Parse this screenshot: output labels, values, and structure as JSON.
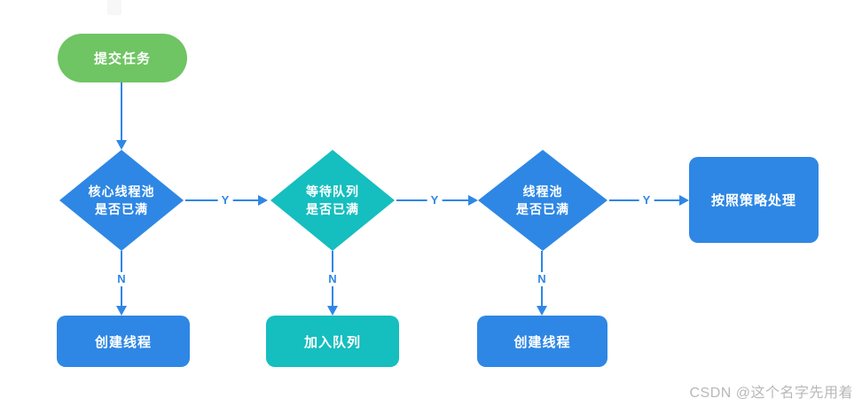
{
  "diagram": {
    "type": "flowchart",
    "topic": "thread-pool task submission flow",
    "nodes": {
      "start": {
        "label": "提交任务",
        "shape": "pill",
        "color": "#6fc463"
      },
      "decision_core": {
        "line1": "核心线程池",
        "line2": "是否已满",
        "shape": "diamond",
        "color": "#2e87e4"
      },
      "decision_queue": {
        "line1": "等待队列",
        "line2": "是否已满",
        "shape": "diamond",
        "color": "#15bebf"
      },
      "decision_pool": {
        "line1": "线程池",
        "line2": "是否已满",
        "shape": "diamond",
        "color": "#2e87e4"
      },
      "create_thread_1": {
        "label": "创建线程",
        "shape": "rect",
        "color": "#2e87e4"
      },
      "join_queue": {
        "label": "加入队列",
        "shape": "rect",
        "color": "#15bebf"
      },
      "create_thread_2": {
        "label": "创建线程",
        "shape": "rect",
        "color": "#2e87e4"
      },
      "handle_policy": {
        "label": "按照策略处理",
        "shape": "rect",
        "color": "#2e87e4"
      }
    },
    "edges": {
      "yes_label": "Y",
      "no_label": "N",
      "line_color": "#2f87e5",
      "connections": [
        "start -> decision_core",
        "decision_core -N-> create_thread_1",
        "decision_core -Y-> decision_queue",
        "decision_queue -N-> join_queue",
        "decision_queue -Y-> decision_pool",
        "decision_pool -N-> create_thread_2",
        "decision_pool -Y-> handle_policy"
      ]
    }
  },
  "watermark": {
    "text": "CSDN @这个名字先用着",
    "color": "#b8b8b8"
  }
}
